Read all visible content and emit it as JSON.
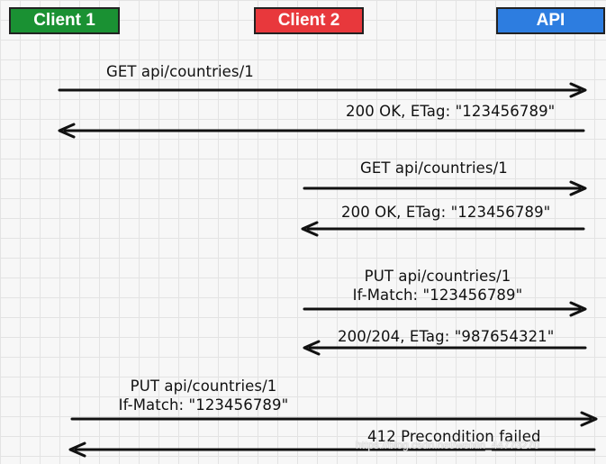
{
  "actors": {
    "client1": {
      "label": "Client 1",
      "color": "#1a9133"
    },
    "client2": {
      "label": "Client 2",
      "color": "#e8383c"
    },
    "api": {
      "label": "API",
      "color": "#2d7de0"
    }
  },
  "messages": [
    {
      "id": "m1",
      "from": "Client 1",
      "to": "API",
      "lines": [
        "GET api/countries/1"
      ]
    },
    {
      "id": "m2",
      "from": "API",
      "to": "Client 1",
      "lines": [
        "200 OK, ETag: \"123456789\""
      ]
    },
    {
      "id": "m3",
      "from": "Client 2",
      "to": "API",
      "lines": [
        "GET api/countries/1"
      ]
    },
    {
      "id": "m4",
      "from": "API",
      "to": "Client 2",
      "lines": [
        "200 OK, ETag: \"123456789\""
      ]
    },
    {
      "id": "m5",
      "from": "Client 2",
      "to": "API",
      "lines": [
        "PUT api/countries/1",
        "If-Match: \"123456789\""
      ]
    },
    {
      "id": "m6",
      "from": "API",
      "to": "Client 2",
      "lines": [
        "200/204, ETag: \"987654321\""
      ]
    },
    {
      "id": "m7",
      "from": "Client 1",
      "to": "API",
      "lines": [
        "PUT api/countries/1",
        "If-Match: \"123456789\""
      ]
    },
    {
      "id": "m8",
      "from": "API",
      "to": "Client 1",
      "lines": [
        "412 Precondition failed"
      ]
    }
  ],
  "watermark": "https://blog.csdn.net/weixin_44773270"
}
